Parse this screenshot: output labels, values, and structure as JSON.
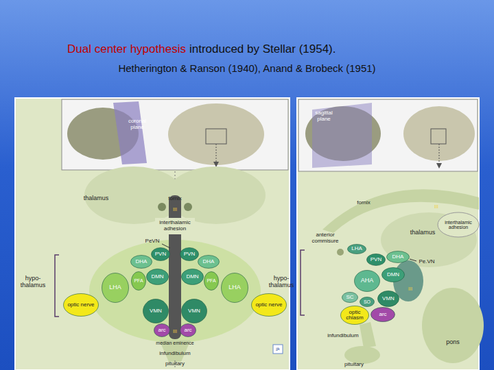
{
  "diagram": {
    "title": "Dual center hypothesis",
    "nodes": [
      {
        "text": [
          "PVN"
        ]
      },
      {
        "text": [
          "PVN"
        ]
      },
      {
        "text": [
          "DHA"
        ]
      },
      {
        "text": [
          "DHA"
        ]
      },
      {
        "text": [
          "DMN"
        ]
      },
      {
        "text": [
          "DMN"
        ]
      },
      {
        "text": [
          "PFA"
        ]
      },
      {
        "text": [
          "PFA"
        ]
      },
      {
        "text": [
          "LHA"
        ]
      },
      {
        "text": [
          "LHA"
        ]
      },
      {
        "text": [
          "optic nerve"
        ]
      },
      {
        "text": [
          "optic nerve"
        ]
      },
      {
        "text": [
          "VMN"
        ]
      },
      {
        "text": [
          "VMN"
        ]
      },
      {
        "text": [
          "arc"
        ]
      },
      {
        "text": [
          "arc"
        ]
      },
      {
        "text": [
          "LHA"
        ]
      },
      {
        "text": [
          "PVN"
        ]
      },
      {
        "text": [
          "DHA"
        ]
      },
      {
        "text": [
          "DMN"
        ]
      },
      {
        "text": [
          "AHA"
        ]
      },
      {
        "text": [
          "SC"
        ]
      },
      {
        "text": [
          "SO"
        ]
      },
      {
        "text": [
          "VMN"
        ]
      },
      {
        "text": [
          "optic chiasm"
        ]
      },
      {
        "text": [
          "arc"
        ]
      }
    ],
    "labels": [
      "introduced by Stellar (1954).",
      "Hetherington & Ranson (1940), Anand & Brobeck (1951)",
      "coronal plane",
      "sagittal plane",
      "fornix",
      "thalamus",
      "III",
      "interthalamic adhesion",
      "PeVN",
      "hypo- thalamus",
      "III",
      "median eminence",
      "infundibulum",
      "pituitary",
      "jjk",
      "fornix",
      "III",
      "thalamus",
      "interthalamic adhesion",
      "anterior commisure",
      "Pe.VN",
      "III",
      "hypo- thalamus",
      "infundibulum",
      "pituitary",
      "pons"
    ]
  }
}
